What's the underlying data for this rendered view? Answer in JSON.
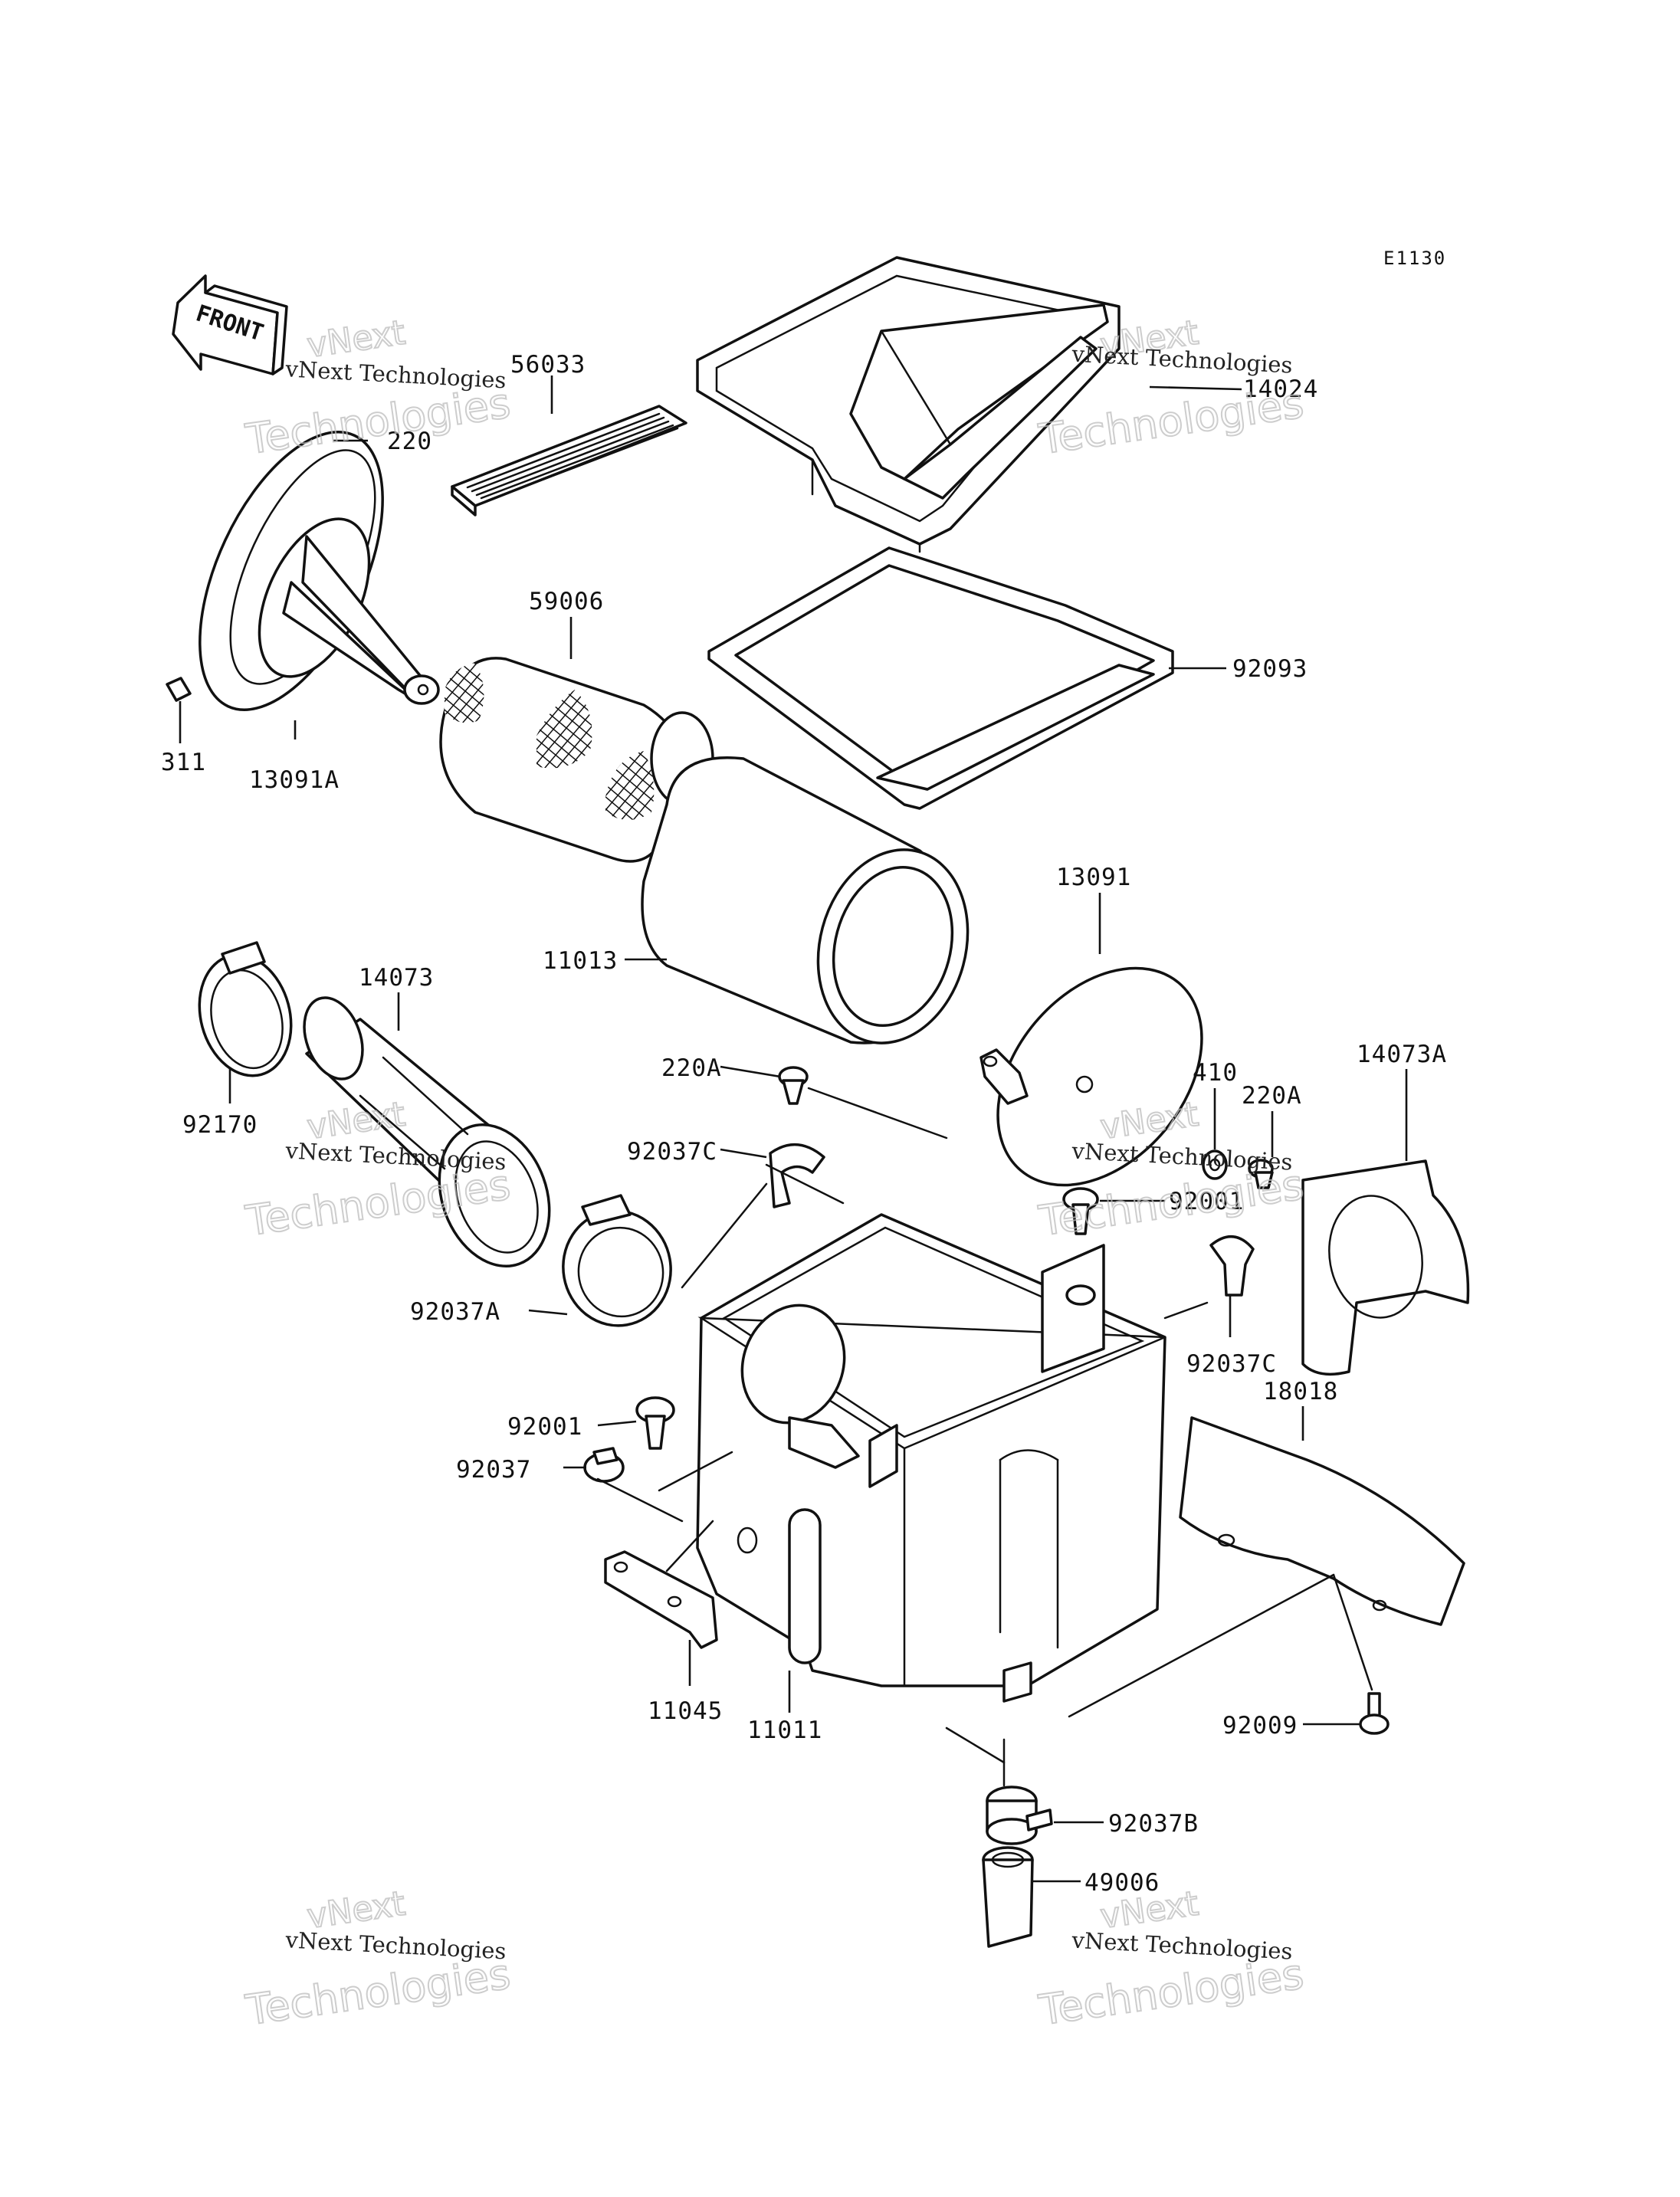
{
  "diagram_code": "E1130",
  "front_label": "FRONT",
  "watermark": {
    "name": "vNext Technologies",
    "big": "Technologies",
    "small": "vNext"
  },
  "parts": {
    "p56033": "56033",
    "p14024": "14024",
    "p220": "220",
    "p59006": "59006",
    "p92093": "92093",
    "p311": "311",
    "p13091A": "13091A",
    "p13091": "13091",
    "p11013": "11013",
    "p14073": "14073",
    "p92170": "92170",
    "p220A_left": "220A",
    "p410": "410",
    "p220A_right": "220A",
    "p14073A": "14073A",
    "p92037C_left": "92037C",
    "p92001_right": "92001",
    "p92037A": "92037A",
    "p92037C_right": "92037C",
    "p18018": "18018",
    "p92001_left": "92001",
    "p92037": "92037",
    "p11045": "11045",
    "p11011": "11011",
    "p92009": "92009",
    "p92037B": "92037B",
    "p49006": "49006"
  }
}
